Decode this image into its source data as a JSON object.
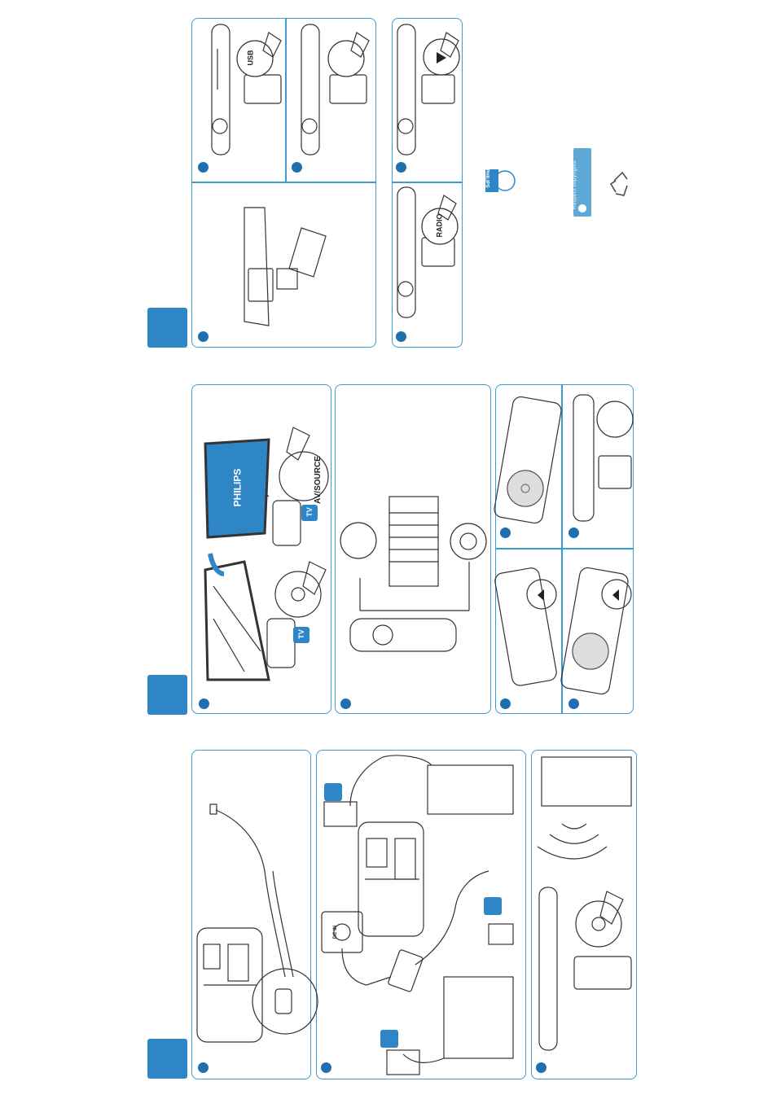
{
  "labels": {
    "usb": "USB",
    "radio": "RADIO",
    "av_source": "AV/SOURCE",
    "tv": "TV",
    "brand": "PHILIPS",
    "dc_in": "DC IN",
    "eco_line1": "Be responsible",
    "eco_line2": "Respect copyrights"
  },
  "colors": {
    "accent": "#2f86c6",
    "panel_border": "#3d9bd3",
    "step_dot": "#1f6fb0",
    "line_art": "#333333"
  }
}
